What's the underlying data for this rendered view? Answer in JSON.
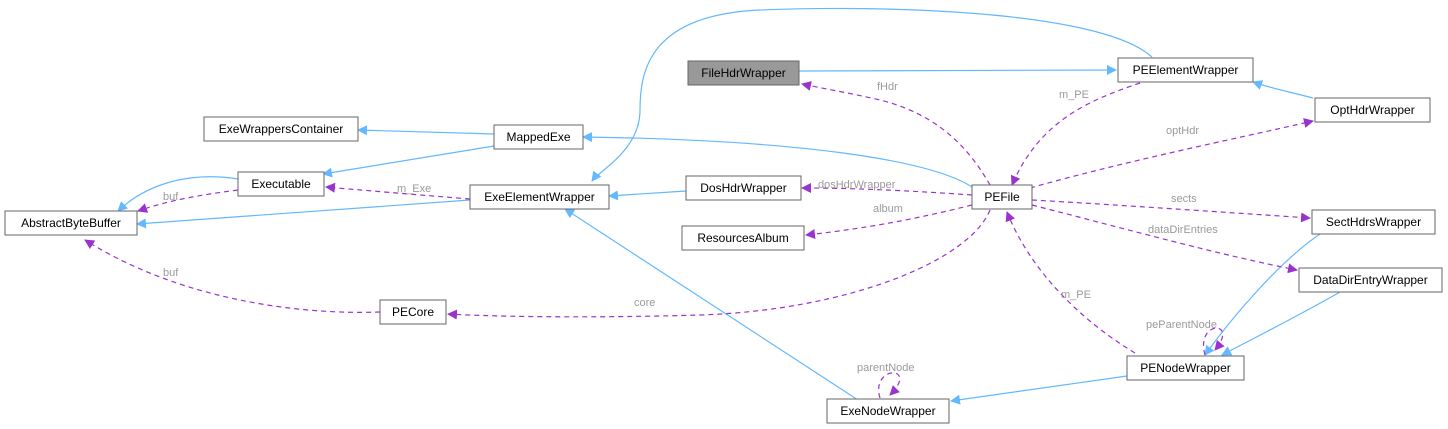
{
  "colors": {
    "inheritance": "#63b8ff",
    "usage": "#9a32cd",
    "focus_fill": "#999999",
    "node_border": "#666666",
    "edge_label": "#9a9a9a"
  },
  "nodes": {
    "FileHdrWrapper": "FileHdrWrapper",
    "PEElementWrapper": "PEElementWrapper",
    "OptHdrWrapper": "OptHdrWrapper",
    "ExeWrappersContainer": "ExeWrappersContainer",
    "MappedExe": "MappedExe",
    "Executable": "Executable",
    "ExeElementWrapper": "ExeElementWrapper",
    "DosHdrWrapper": "DosHdrWrapper",
    "PEFile": "PEFile",
    "AbstractByteBuffer": "AbstractByteBuffer",
    "ResourcesAlbum": "ResourcesAlbum",
    "SectHdrsWrapper": "SectHdrsWrapper",
    "DataDirEntryWrapper": "DataDirEntryWrapper",
    "PECore": "PECore",
    "PENodeWrapper": "PENodeWrapper",
    "ExeNodeWrapper": "ExeNodeWrapper"
  },
  "edge_labels": {
    "fHdr": "fHdr",
    "m_PE_top": "m_PE",
    "optHdr": "optHdr",
    "m_Exe": "m_Exe",
    "buf_exec": "buf",
    "dosHdrWrapper": "dosHdrWrapper",
    "album": "album",
    "sects": "sects",
    "dataDirEntries": "dataDirEntries",
    "buf_core": "buf",
    "core": "core",
    "m_PE_bottom": "m_PE",
    "peParentNode": "peParentNode",
    "parentNode": "parentNode"
  }
}
